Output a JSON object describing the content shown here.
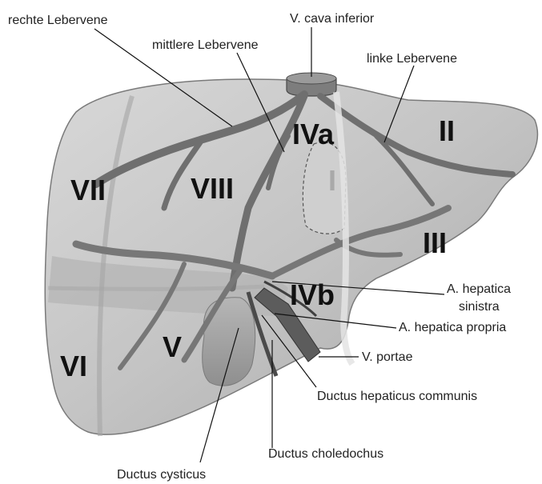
{
  "figure": {
    "colors": {
      "liver_fill": "#c4c4c4",
      "liver_shade": "#9a9a9a",
      "vessel": "#6f6f6f",
      "vessel_dark": "#4a4a4a",
      "label_text": "#222222",
      "segment_text": "#111111",
      "segment_I_text": "#a9a9a9"
    },
    "labels": {
      "rechte_lebervene": "rechte Lebervene",
      "mittlere_lebervene": "mittlere Lebervene",
      "v_cava_inferior": "V. cava inferior",
      "linke_lebervene": "linke Lebervene",
      "a_hepatica_sinistra_1": "A. hepatica",
      "a_hepatica_sinistra_2": "sinistra",
      "a_hepatica_propria": "A. hepatica propria",
      "v_portae": "V. portae",
      "ductus_hepaticus_communis": "Ductus hepaticus communis",
      "ductus_choledochus": "Ductus choledochus",
      "ductus_cysticus": "Ductus cysticus"
    },
    "segments": {
      "I": "I",
      "II": "II",
      "III": "III",
      "IVa": "IVa",
      "IVb": "IVb",
      "V": "V",
      "VI": "VI",
      "VII": "VII",
      "VIII": "VIII"
    }
  }
}
